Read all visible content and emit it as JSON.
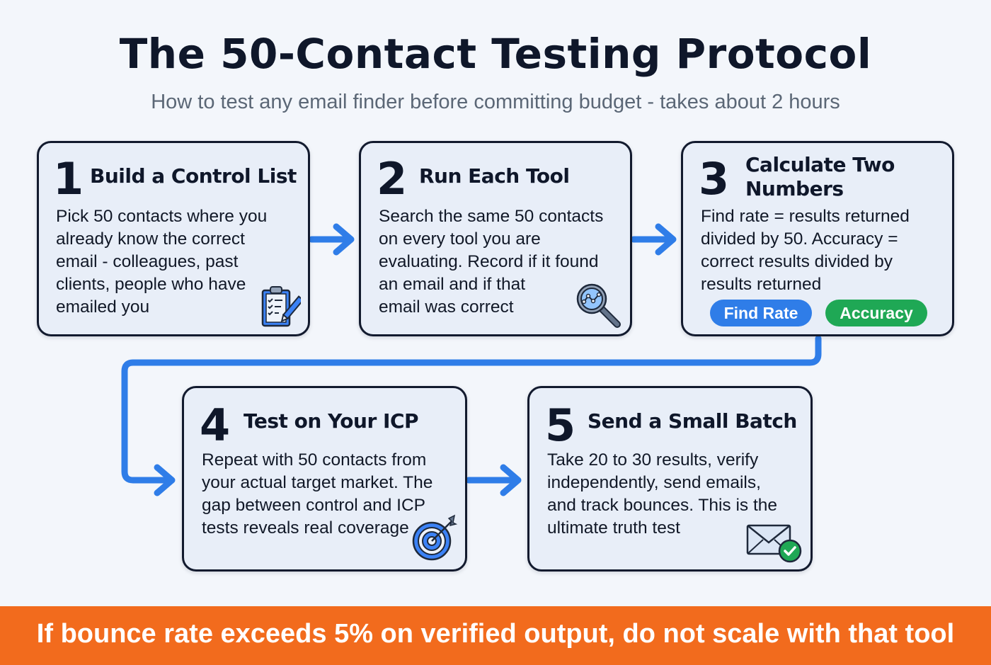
{
  "header": {
    "title": "The 50-Contact Testing Protocol",
    "subtitle": "How to test any email finder before committing budget - takes about 2 hours"
  },
  "steps": [
    {
      "number": "1",
      "title": "Build a Control List",
      "body_lines": [
        "Pick 50 contacts where you",
        "already know the correct",
        "email - colleagues, past",
        "clients, people who have",
        "emailed you"
      ],
      "icon": "clipboard-checklist-icon"
    },
    {
      "number": "2",
      "title": "Run Each Tool",
      "body_lines": [
        "Search the same 50 contacts",
        "on every tool you are",
        "evaluating. Record if it found",
        "an email and if that",
        "email was correct"
      ],
      "icon": "magnifier-chart-icon"
    },
    {
      "number": "3",
      "title_lines": [
        "Calculate Two",
        "Numbers"
      ],
      "body_lines": [
        "Find rate = results returned",
        "divided by 50. Accuracy =",
        "correct results divided by",
        "results returned"
      ],
      "badges": [
        {
          "label": "Find Rate",
          "color": "#2f7de8"
        },
        {
          "label": "Accuracy",
          "color": "#1fa855"
        }
      ]
    },
    {
      "number": "4",
      "title": "Test on Your ICP",
      "body_lines": [
        "Repeat with 50 contacts from",
        "your actual target market. The",
        "gap between control and ICP",
        "tests reveals real coverage"
      ],
      "icon": "target-icon"
    },
    {
      "number": "5",
      "title": "Send a Small Batch",
      "body_lines": [
        "Take 20 to 30 results, verify",
        "independently, send emails,",
        "and track bounces. This is the",
        "ultimate truth test"
      ],
      "icon": "envelope-check-icon"
    }
  ],
  "footer": {
    "warning": "If bounce rate exceeds 5% on verified output, do not scale with that tool"
  },
  "colors": {
    "arrow": "#2f7de8",
    "banner": "#f26b1d",
    "card_bg": "#e8eef8",
    "card_border": "#121a2e"
  }
}
